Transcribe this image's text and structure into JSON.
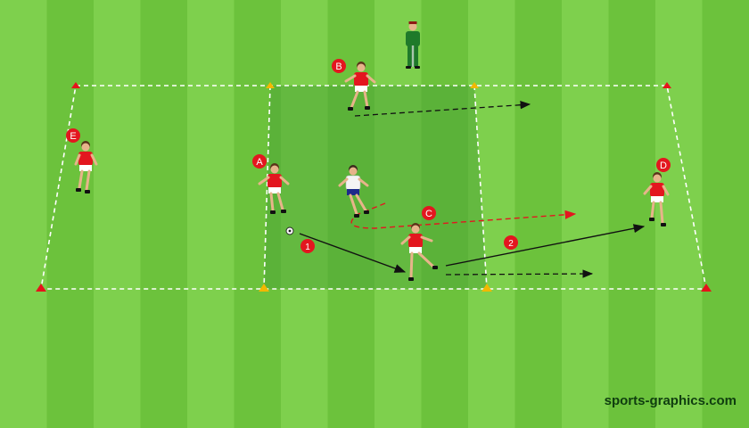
{
  "colors": {
    "stripe_light": "#7ed04d",
    "stripe_dark": "#6cc23c",
    "zone": "#4fa637",
    "boundary": "#ffffff",
    "cone_red": "#e5141b",
    "cone_yellow": "#f2b800",
    "team_red": "#e3161f",
    "team_white": "#f4f4f4",
    "coach": "#1f7a2a",
    "pass_arrow": "#111111",
    "run_arrow_red": "#e3161f"
  },
  "players": [
    {
      "id": "A",
      "label": "A",
      "team": "red",
      "action": "dribbling"
    },
    {
      "id": "B",
      "label": "B",
      "team": "red",
      "action": "running"
    },
    {
      "id": "C",
      "label": "C",
      "team": "red",
      "action": "passing"
    },
    {
      "id": "D",
      "label": "D",
      "team": "red",
      "action": "receiving"
    },
    {
      "id": "E",
      "label": "E",
      "team": "red",
      "action": "waiting"
    },
    {
      "id": "defender",
      "label": "",
      "team": "white",
      "action": "defending"
    },
    {
      "id": "coach",
      "label": "",
      "team": "coach",
      "action": "observing"
    }
  ],
  "passes": [
    {
      "number": "1",
      "from": "A",
      "to": "C"
    },
    {
      "number": "2",
      "from": "C",
      "to": "D"
    }
  ],
  "runs": [
    {
      "player": "B",
      "style": "dashed-black"
    },
    {
      "player": "C",
      "style": "dashed-red"
    },
    {
      "player": "C",
      "style": "dashed-black"
    }
  ],
  "icons": {
    "cone": "cone-icon",
    "ball": "ball-icon"
  },
  "credit": "sports-graphics.com"
}
